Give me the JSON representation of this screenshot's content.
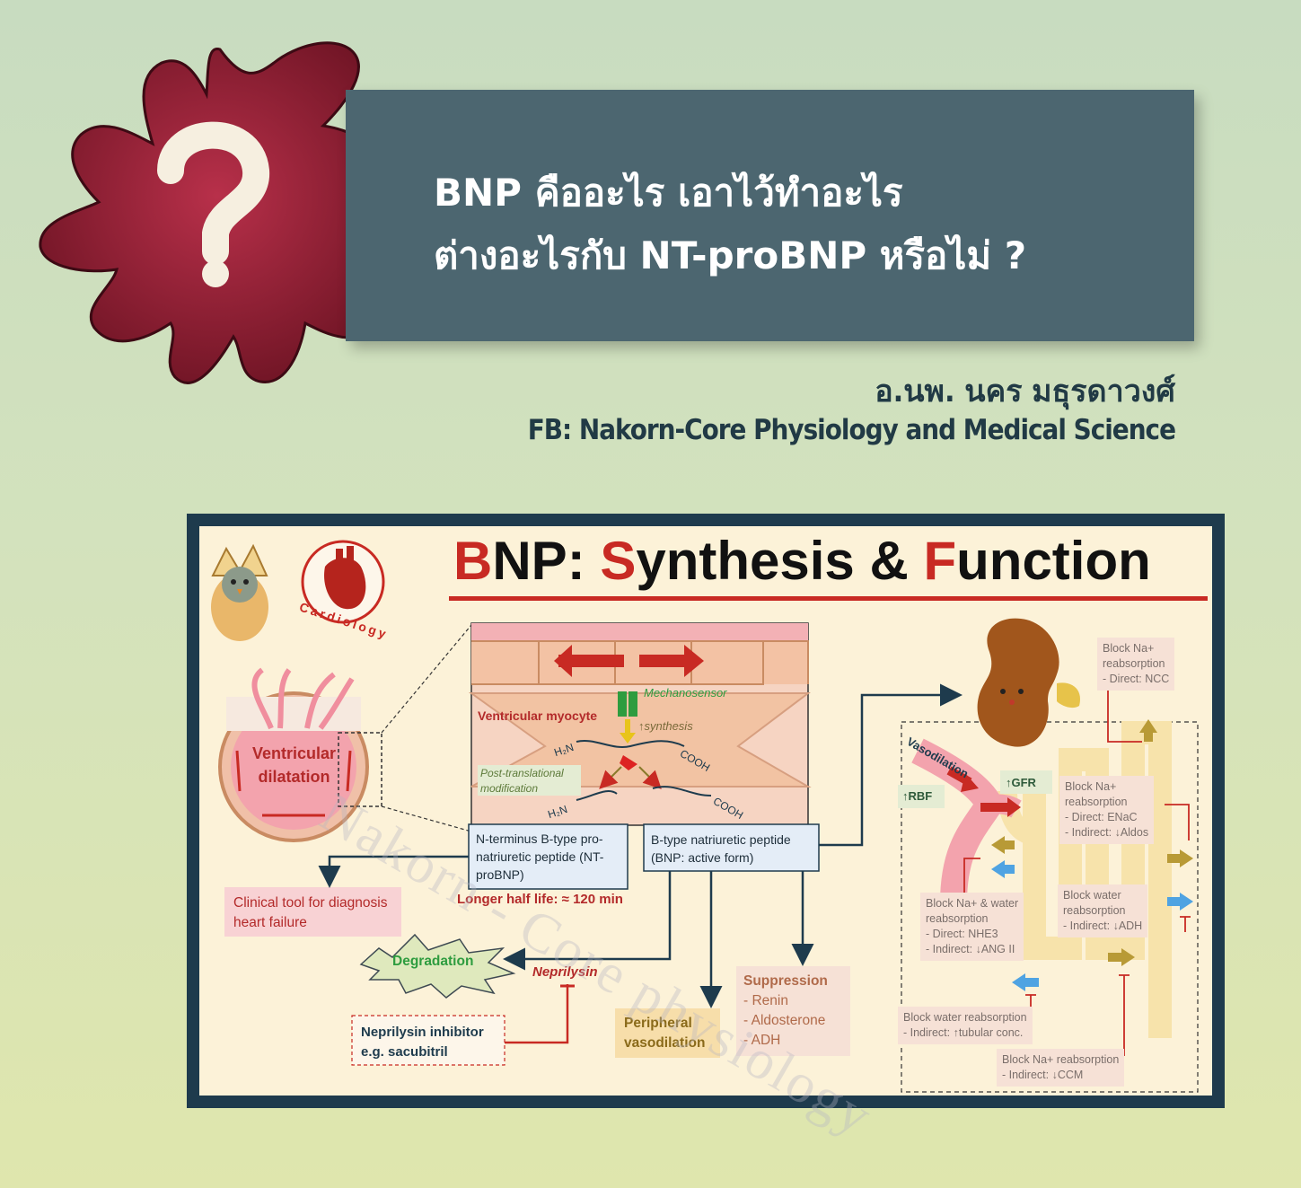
{
  "banner": {
    "title_line1": "BNP คืออะไร เอาไว้ทำอะไร",
    "title_line2": "ต่างอะไรกับ NT-proBNP หรือไม่ ?"
  },
  "author": {
    "name": "อ.นพ. นคร มธุรดาวงศ์",
    "page": "FB: Nakorn-Core Physiology and Medical Science"
  },
  "diagram": {
    "title": {
      "b": "B",
      "np": "NP: ",
      "s": "S",
      "ynthesis": "ynthesis & ",
      "f": "F",
      "unction": "unction"
    },
    "logo_label": "Cardiology",
    "ventricle_label": "Ventricular dilatation",
    "myocyte_label": "Ventricular myocyte",
    "mechanosensor": "Mechanosensor",
    "synthesis": "↑synthesis",
    "ptm": "Post-translational modification",
    "h2n": "H₂N",
    "cooh": "COOH",
    "ntprobnp_box": "N-terminus B-type pro-natriuretic peptide (NT-proBNP)",
    "bnp_box": "B-type natriuretic peptide (BNP: active form)",
    "half_life": "Longer half life: ≈ 120 min",
    "clinical_tool": "Clinical tool for diagnosis heart failure",
    "degradation": "Degradation",
    "neprilysin": "Neprilysin",
    "inhibitor": "Neprilysin inhibitor e.g. sacubitril",
    "peripheral": "Peripheral vasodilation",
    "suppression": {
      "title": "Suppression",
      "items": [
        "- Renin",
        "- Aldosterone",
        "- ADH"
      ]
    },
    "kidney": {
      "vasodilation": "Vasodilation",
      "rbf": "↑RBF",
      "gfr": "↑GFR",
      "ncc": [
        "Block Na+",
        "reabsorption",
        "- Direct: NCC"
      ],
      "enac": [
        "Block Na+",
        "reabsorption",
        "- Direct: ENaC",
        "- Indirect: ↓Aldos"
      ],
      "nhe3": [
        "Block Na+ & water",
        "reabsorption",
        "- Direct: NHE3",
        "- Indirect: ↓ANG II"
      ],
      "adh": [
        "Block water",
        "reabsorption",
        "- Indirect: ↓ADH"
      ],
      "tubular": [
        "Block water reabsorption",
        "- Indirect: ↑tubular conc."
      ],
      "ccm": [
        "Block Na+ reabsorption",
        "- Indirect: ↓CCM"
      ]
    },
    "watermark": "Nakorn - Core physiology"
  },
  "colors": {
    "banner": "#4c6670",
    "accent_red": "#c82a23",
    "splat": "#8e2236",
    "navy": "#1e3b4d"
  }
}
